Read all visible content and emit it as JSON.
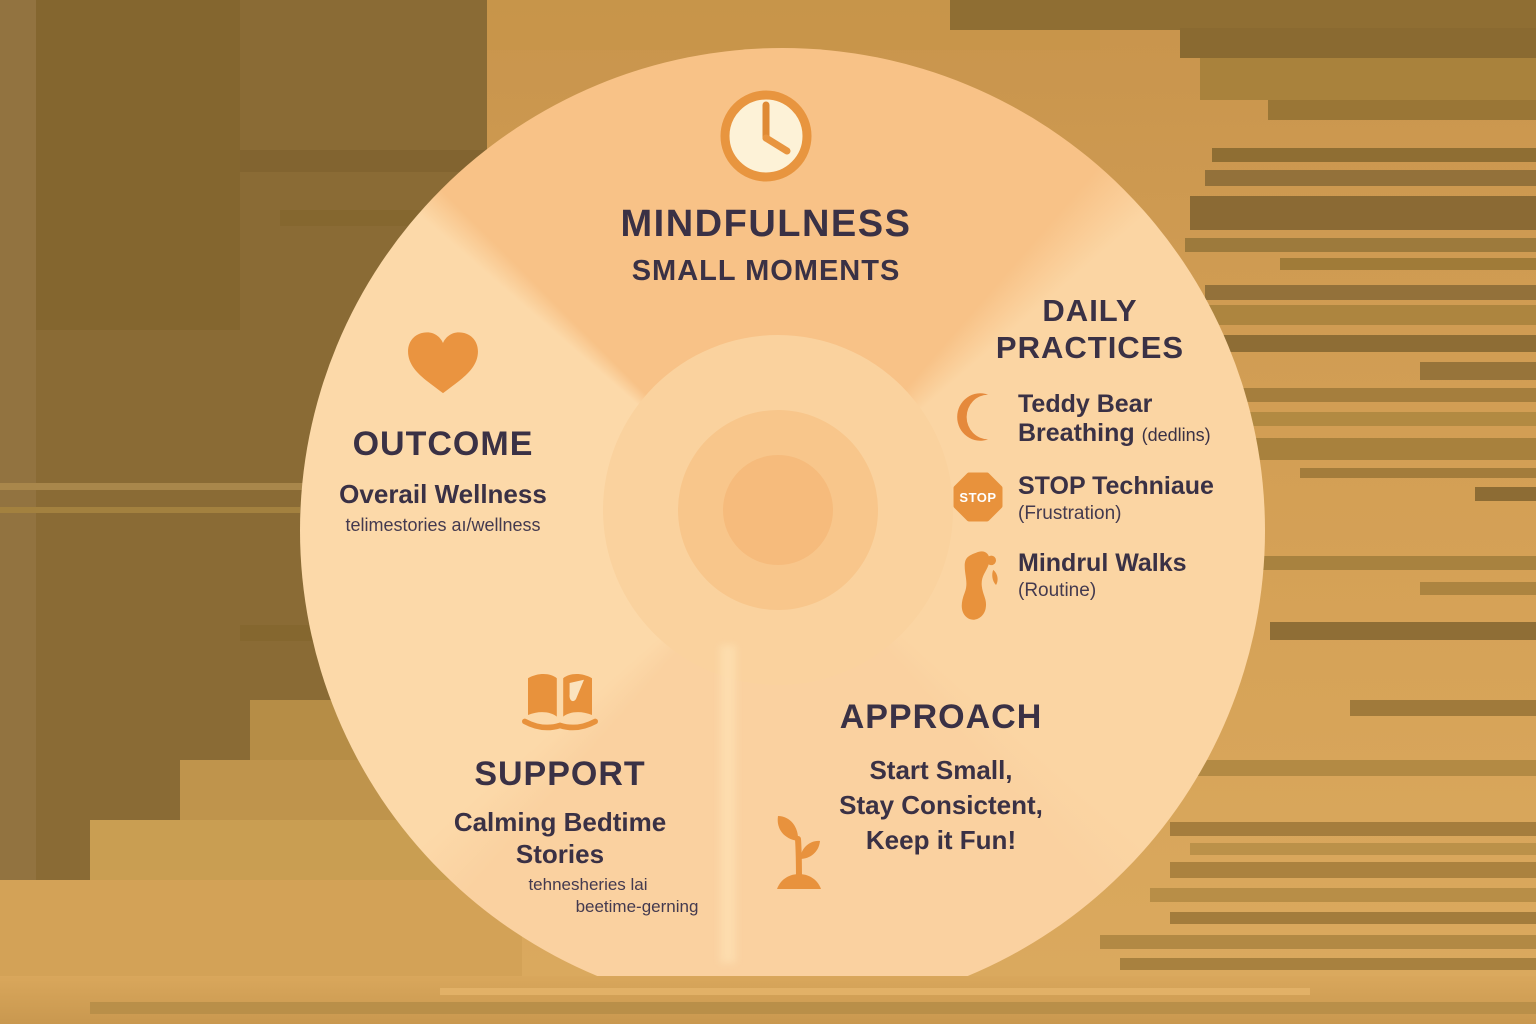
{
  "title": {
    "icon": "clock-icon",
    "heading": "MINDFULNESS",
    "subheading": "SMALL MOMENTS"
  },
  "sections": {
    "daily_practices": {
      "heading_line1": "DAILY",
      "heading_line2": "PRACTICES",
      "items": [
        {
          "icon": "crescent-moon-icon",
          "title_line1": "Teddy Bear",
          "title_line2": "Breathing",
          "note": "(dedlins)"
        },
        {
          "icon": "stop-sign-icon",
          "badge_text": "STOP",
          "title": "STOP Techniaue",
          "note": "(Frustration)"
        },
        {
          "icon": "footprint-icon",
          "title": "Mindrul Walks",
          "note": "(Routine)"
        }
      ]
    },
    "outcome": {
      "icon": "heart-icon",
      "heading": "OUTCOME",
      "subtitle": "Overail Wellness",
      "note": "telimestories aı/wellness"
    },
    "support": {
      "icon": "open-book-icon",
      "heading": "SUPPORT",
      "subtitle_line1": "Calming Bedtime",
      "subtitle_line2": "Stories",
      "note_line1": "tehnesheries lai",
      "note_line2": "beetime-gerning"
    },
    "approach": {
      "icon": "sprout-icon",
      "heading": "APPROACH",
      "lines": [
        "Start Small,",
        "Stay Consictent,",
        "Keep it Fun!"
      ]
    }
  },
  "colors": {
    "background_gold": "#cf9b52",
    "background_brown": "#8a6b35",
    "wedge_top": "#f8c287",
    "wedge_right": "#fbd5a3",
    "wedge_bottom": "#fad1a0",
    "wedge_left": "#fcd9a9",
    "hub_outer": "#fad29e",
    "hub_mid": "#f8c68b",
    "hub_inner": "#f6bb7c",
    "icon_orange": "#e78e3a",
    "text_dark": "#3a3145",
    "stop_text": "#ffffff"
  }
}
